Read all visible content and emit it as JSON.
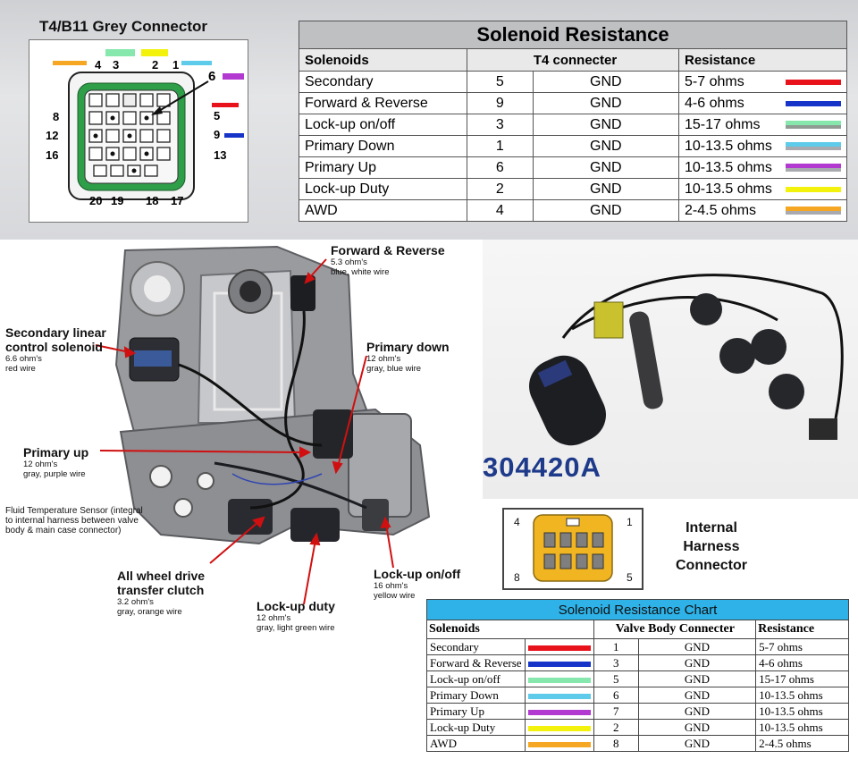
{
  "connector": {
    "title": "T4/B11 Grey Connector",
    "pins_top": [
      "4",
      "3",
      "2",
      "1"
    ],
    "pin_6": "6",
    "pins_left": [
      "8",
      "12",
      "16"
    ],
    "pins_right": [
      "5",
      "9",
      "13"
    ],
    "pins_bottom": [
      "20",
      "19",
      "18",
      "17"
    ]
  },
  "resistance_table": {
    "caption": "Solenoid Resistance",
    "headers": [
      "Solenoids",
      "T4 connecter",
      "Resistance"
    ],
    "rows": [
      {
        "name": "Secondary",
        "pin": "5",
        "gnd": "GND",
        "res": "5-7 ohms",
        "color": "#e8121b"
      },
      {
        "name": "Forward & Reverse",
        "pin": "9",
        "gnd": "GND",
        "res": "4-6 ohms",
        "color": "#1634c8"
      },
      {
        "name": "Lock-up on/off",
        "pin": "3",
        "gnd": "GND",
        "res": "15-17 ohms",
        "color": "#8f9b93",
        "color2": "#86e8ad"
      },
      {
        "name": "Primary Down",
        "pin": "1",
        "gnd": "GND",
        "res": "10-13.5 ohms",
        "color": "#a8aab0",
        "color2": "#5ecbea"
      },
      {
        "name": "Primary Up",
        "pin": "6",
        "gnd": "GND",
        "res": "10-13.5 ohms",
        "color": "#a8aab0",
        "color2": "#b23ad0"
      },
      {
        "name": "Lock-up Duty",
        "pin": "2",
        "gnd": "GND",
        "res": "10-13.5 ohms",
        "color": "#f2f20c"
      },
      {
        "name": "AWD",
        "pin": "4",
        "gnd": "GND",
        "res": "2-4.5 ohms",
        "color": "#a8aab0",
        "color2": "#f5a623"
      }
    ]
  },
  "valve_body": {
    "labels": [
      {
        "id": "fwd",
        "title": "Forward & Reverse",
        "l1": "5.3 ohm's",
        "l2": "blue, white wire"
      },
      {
        "id": "sec",
        "title": "Secondary linear control solenoid",
        "l1": "6.6 ohm's",
        "l2": "red wire"
      },
      {
        "id": "pdown",
        "title": "Primary down",
        "l1": "12 ohm's",
        "l2": "gray, blue wire"
      },
      {
        "id": "pup",
        "title": "Primary up",
        "l1": "12 ohm's",
        "l2": "gray, purple wire"
      },
      {
        "id": "awd",
        "title": "All wheel drive transfer clutch",
        "l1": "3.2 ohm's",
        "l2": "gray, orange wire"
      },
      {
        "id": "lduty",
        "title": "Lock-up duty",
        "l1": "12 ohm's",
        "l2": "gray, light green wire"
      },
      {
        "id": "lonoff",
        "title": "Lock-up on/off",
        "l1": "16 ohm's",
        "l2": "yellow wire"
      }
    ],
    "fluid_temp": "Fluid Temperature Sensor (integral to internal harness between valve body & main case connector)"
  },
  "harness": {
    "part_number": "304420A"
  },
  "internal_connector": {
    "title": "Internal Harness Connector",
    "pins": [
      "4",
      "1",
      "8",
      "5"
    ]
  },
  "chart_table": {
    "caption": "Solenoid Resistance Chart",
    "headers": [
      "Solenoids",
      "Valve Body Connecter",
      "Resistance"
    ],
    "rows": [
      {
        "name": "Secondary",
        "pin": "1",
        "gnd": "GND",
        "res": "5-7 ohms",
        "color": "#e8121b"
      },
      {
        "name": "Forward & Reverse",
        "pin": "3",
        "gnd": "GND",
        "res": "4-6 ohms",
        "color": "#1634c8"
      },
      {
        "name": "Lock-up on/off",
        "pin": "5",
        "gnd": "GND",
        "res": "15-17 ohms",
        "color": "#86e8ad"
      },
      {
        "name": "Primary Down",
        "pin": "6",
        "gnd": "GND",
        "res": "10-13.5 ohms",
        "color": "#5ecbea"
      },
      {
        "name": "Primary Up",
        "pin": "7",
        "gnd": "GND",
        "res": "10-13.5 ohms",
        "color": "#b23ad0"
      },
      {
        "name": "Lock-up Duty",
        "pin": "2",
        "gnd": "GND",
        "res": "10-13.5 ohms",
        "color": "#f2f20c"
      },
      {
        "name": "AWD",
        "pin": "8",
        "gnd": "GND",
        "res": "2-4.5 ohms",
        "color": "#f5a623"
      }
    ]
  }
}
